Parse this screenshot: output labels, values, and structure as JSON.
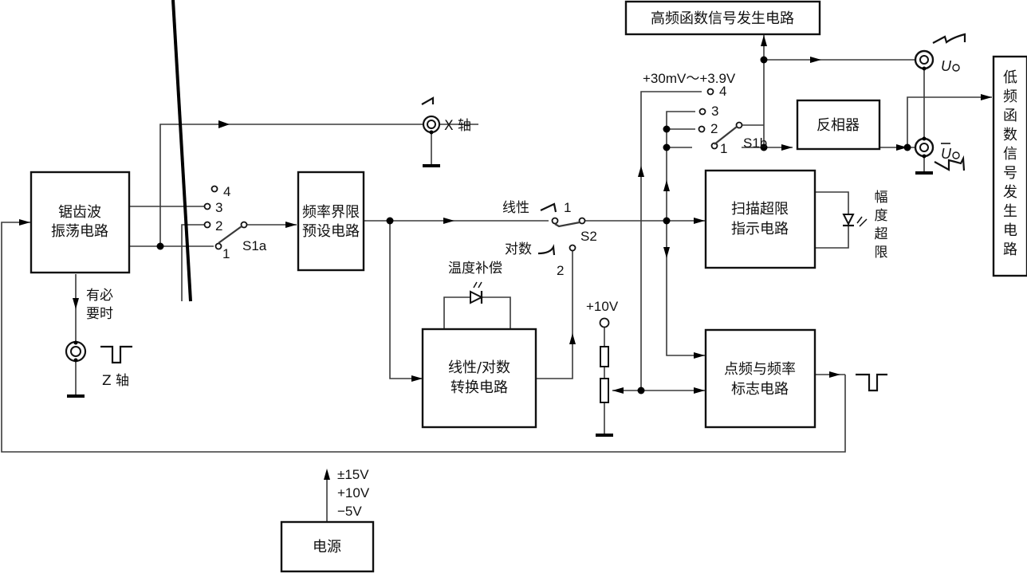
{
  "blocks": {
    "sawtooth": [
      "锯齿波",
      "振荡电路"
    ],
    "freq_limit": [
      "频率界限",
      "预设电路"
    ],
    "lin_log": [
      "线性/对数",
      "转换电路"
    ],
    "sweep_indicator": [
      "扫描超限",
      "指示电路"
    ],
    "marker": [
      "点频与频率",
      "标志电路"
    ],
    "inverter": "反相器",
    "hf_gen": "高频函数信号发生电路",
    "lf_gen": [
      "低",
      "频",
      "函",
      "数",
      "信",
      "号",
      "发",
      "生",
      "电",
      "路"
    ],
    "power": "电源"
  },
  "labels": {
    "x_axis": "X 轴",
    "z_axis": "Z 轴",
    "when_needed": [
      "有必",
      "要时"
    ],
    "temp_comp": "温度补偿",
    "linear": "线性",
    "log": "对数",
    "amp_over": [
      "幅",
      "度",
      "超",
      "限"
    ],
    "vrange": "+30mV～+3.9V",
    "plus10v": "+10V",
    "supply": [
      "±15V",
      "+10V",
      "−5V"
    ],
    "uo": "U",
    "uo_sub": "O",
    "uo_bar": "U",
    "uo_bar_sub": "O"
  },
  "switches": {
    "s1a": {
      "name": "S1a",
      "positions": [
        "1",
        "2",
        "3",
        "4"
      ]
    },
    "s1b": {
      "name": "S1b",
      "positions": [
        "1",
        "2",
        "3",
        "4"
      ]
    },
    "s2": {
      "name": "S2",
      "positions": [
        "1",
        "2"
      ]
    }
  }
}
